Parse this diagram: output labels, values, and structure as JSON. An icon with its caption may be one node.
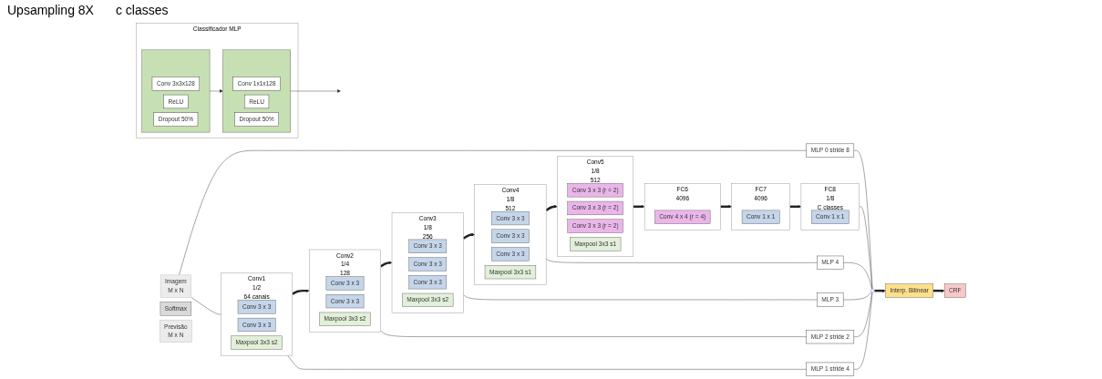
{
  "diagram": {
    "nodes": [
      {
        "text": [
          "Imagem",
          "M x N"
        ]
      },
      {
        "text": [
          "Conv1"
        ],
        "beside": [
          "1/2",
          "64 canais"
        ]
      },
      {
        "text": [
          "Conv 3 x 3"
        ],
        "in": 1
      },
      {
        "text": [
          "Conv 3 x 3"
        ],
        "in": 1
      },
      {
        "text": [
          "Maxpool 3x3 s2"
        ],
        "in": 1
      },
      {
        "text": [
          "Conv2"
        ],
        "beside": [
          "1/4",
          "128"
        ]
      },
      {
        "text": [
          "Conv 3 x 3"
        ],
        "in": 5
      },
      {
        "text": [
          "Conv 3 x 3"
        ],
        "in": 5
      },
      {
        "text": [
          "Maxpool 3x3 s2"
        ],
        "in": 5
      },
      {
        "text": [
          "Conv3"
        ],
        "beside": [
          "1/8",
          "256"
        ]
      },
      {
        "text": [
          "Conv 3 x 3"
        ],
        "in": 9
      },
      {
        "text": [
          "Conv 3 x 3"
        ],
        "in": 9
      },
      {
        "text": [
          "Conv 3 x 3"
        ],
        "in": 9
      },
      {
        "text": [
          "Maxpool 3x3 s2"
        ],
        "in": 9
      },
      {
        "text": [
          "Conv4"
        ],
        "beside": [
          "1/8",
          "512"
        ]
      },
      {
        "text": [
          "Conv 3 x 3"
        ],
        "in": 14
      },
      {
        "text": [
          "Conv 3 x 3"
        ],
        "in": 14
      },
      {
        "text": [
          "Conv 3 x 3"
        ],
        "in": 14
      },
      {
        "text": [
          "Maxpool 3x3 s1"
        ],
        "in": 14
      },
      {
        "text": [
          "Conv5"
        ],
        "beside": [
          "1/8",
          "512"
        ]
      },
      {
        "text": [
          "Conv 3 x 3 (r = 2)"
        ],
        "in": 19
      },
      {
        "text": [
          "Conv 3 x 3 (r = 2)"
        ],
        "in": 19
      },
      {
        "text": [
          "Conv 3 x 3 (r = 2)"
        ],
        "in": 19
      },
      {
        "text": [
          "Maxpool 3x3 s1"
        ],
        "in": 19
      },
      {
        "text": [
          "FC6"
        ],
        "beside": [
          "4096"
        ]
      },
      {
        "text": [
          "Conv 4 x 4 (r = 4)"
        ],
        "in": 24
      },
      {
        "text": [
          "FC7"
        ],
        "beside": [
          "4096"
        ]
      },
      {
        "text": [
          "Conv 1 x 1"
        ],
        "in": 26
      },
      {
        "text": [
          "FC8"
        ],
        "beside": [
          "1/8",
          "C classes"
        ]
      },
      {
        "text": [
          "Conv 1 x 1"
        ],
        "in": 28
      },
      {
        "text": [
          "MLP 0 stride 8"
        ]
      },
      {
        "text": [
          "MLP 1 stride 4"
        ]
      },
      {
        "text": [
          "MLP 2 stride 2"
        ]
      },
      {
        "text": [
          "MLP 3"
        ]
      },
      {
        "text": [
          "MLP 4"
        ]
      },
      {
        "text": [],
        "shape": "circle"
      },
      {
        "text": [
          "Interp. Bilinear"
        ]
      },
      {
        "text": [
          "CRF"
        ]
      },
      {
        "text": [
          "Softmax"
        ]
      },
      {
        "text": [
          "Previsão",
          "M x N"
        ]
      },
      {
        "text": [
          "Classificador MLP"
        ]
      },
      {
        "text": [],
        "shape": "box",
        "in": 40
      },
      {
        "text": [
          "Conv 3x3x128"
        ],
        "in": 41
      },
      {
        "text": [
          "ReLU"
        ],
        "in": 41
      },
      {
        "text": [
          "Dropout 50%"
        ],
        "in": 41
      },
      {
        "text": [],
        "shape": "box",
        "in": 40
      },
      {
        "text": [
          "Conv 1x1x128"
        ],
        "in": 45
      },
      {
        "text": [
          "ReLU"
        ],
        "in": 45
      },
      {
        "text": [
          "Dropout 50%"
        ],
        "in": 45
      }
    ],
    "edges": [
      {
        "from": 0,
        "to": 1,
        "arrow": "none"
      },
      {
        "from": 1,
        "to": 5,
        "arrow": "to",
        "style": "thick"
      },
      {
        "from": 5,
        "to": 9,
        "arrow": "to",
        "style": "thick"
      },
      {
        "from": 9,
        "to": 14,
        "arrow": "to",
        "style": "thick"
      },
      {
        "from": 14,
        "to": 19,
        "arrow": "to",
        "style": "thick"
      },
      {
        "from": 19,
        "to": 24,
        "arrow": "to",
        "style": "thick"
      },
      {
        "from": 24,
        "to": 26,
        "arrow": "to",
        "style": "thick"
      },
      {
        "from": 26,
        "to": 28,
        "arrow": "to",
        "style": "thick"
      },
      {
        "from": 0,
        "to": 30,
        "arrow": "none"
      },
      {
        "from": 1,
        "to": 31,
        "arrow": "none"
      },
      {
        "from": 5,
        "to": 32,
        "arrow": "none"
      },
      {
        "from": 9,
        "to": 33,
        "arrow": "none"
      },
      {
        "from": 14,
        "to": 34,
        "arrow": "none"
      },
      {
        "from": 30,
        "to": 35,
        "arrow": "none"
      },
      {
        "from": 31,
        "to": 35,
        "arrow": "none"
      },
      {
        "from": 32,
        "to": 35,
        "arrow": "none"
      },
      {
        "from": 33,
        "to": 35,
        "arrow": "none"
      },
      {
        "from": 34,
        "to": 35,
        "arrow": "none"
      },
      {
        "from": 28,
        "to": 35,
        "arrow": "none"
      },
      {
        "from": 35,
        "to": 36,
        "arrow": "to",
        "style": "thick"
      },
      {
        "from": 36,
        "to": 37,
        "arrow": "to",
        "style": "thick"
      },
      {
        "from": 41,
        "to": 45,
        "arrow": "to"
      },
      {
        "from": 45,
        "to": null,
        "arrow": "to"
      }
    ],
    "labels": [
      "Upsampling 8X",
      "c classes"
    ]
  }
}
